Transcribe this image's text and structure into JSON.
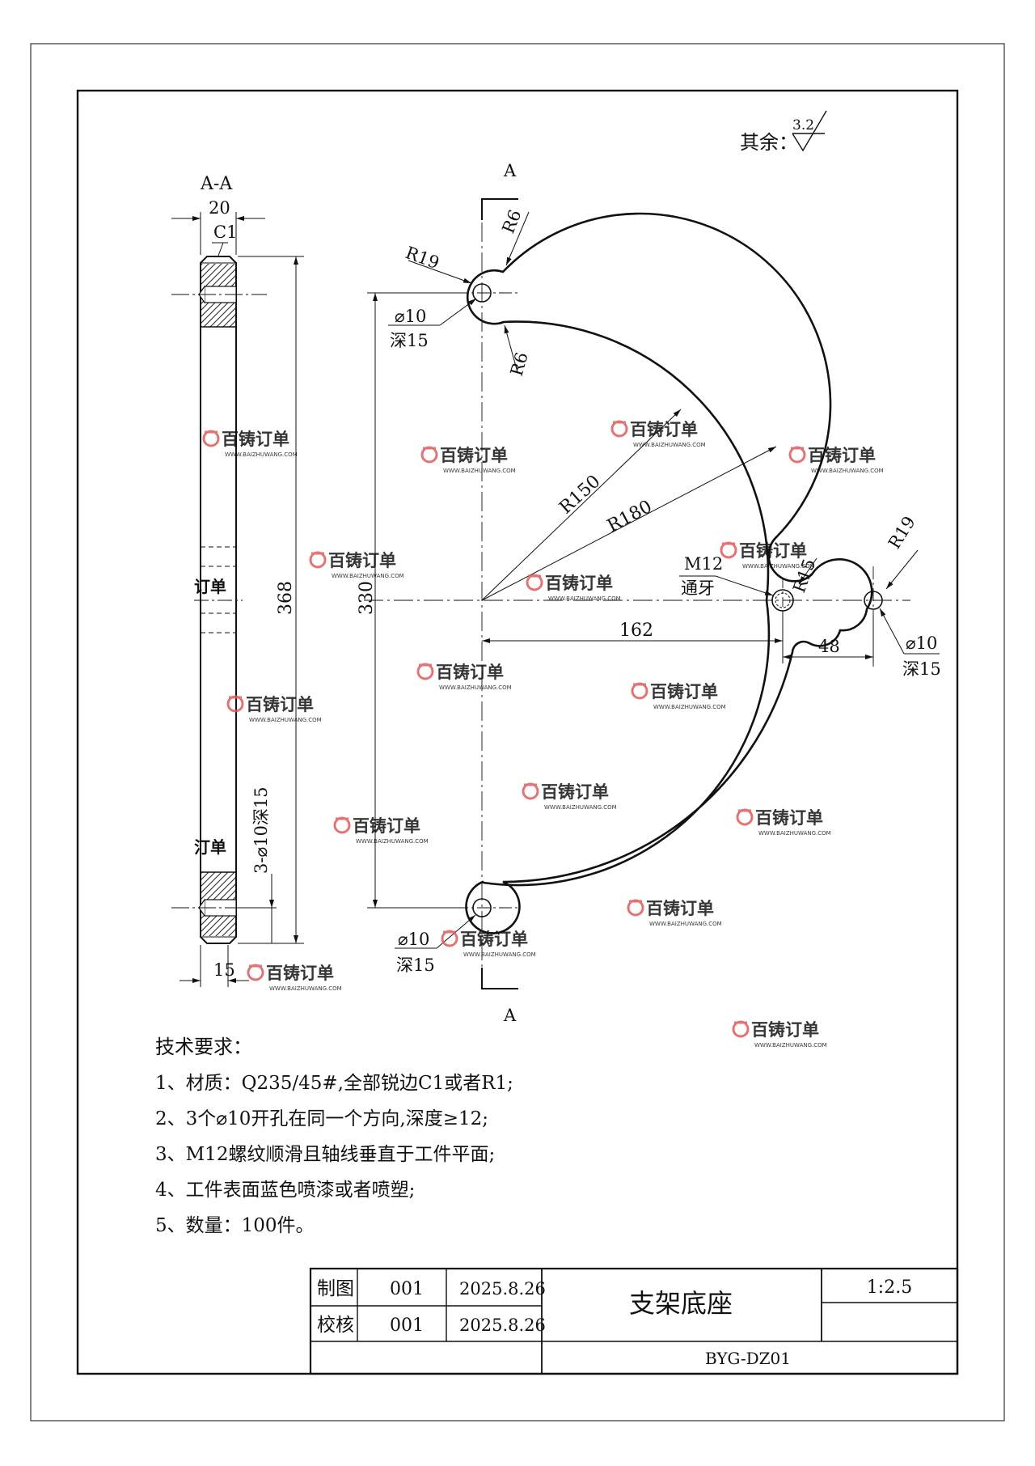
{
  "roughness": {
    "label": "其余：",
    "value": "3.2"
  },
  "section": {
    "title": "A-A",
    "thickness": "20",
    "chamfer": "C1",
    "height": "368",
    "hole_note": "3-⌀10深15",
    "hole_offset": "15",
    "partial_wm_1": "订单",
    "partial_wm_2": "汀单"
  },
  "main_view": {
    "cut_label_top": "A",
    "cut_label_bottom": "A",
    "r6_top": "R6",
    "r6_bottom": "R6",
    "r19_top": "R19",
    "r19_right": "R19",
    "hole_top": [
      "⌀10",
      "深15"
    ],
    "hole_bottom": [
      "⌀10",
      "深15"
    ],
    "hole_right": [
      "⌀10",
      "深15"
    ],
    "r150": "R150",
    "r180": "R180",
    "r15": "R15",
    "m12": [
      "M12",
      "通牙"
    ],
    "dim_330": "330",
    "dim_162": "162",
    "dim_48": "48"
  },
  "tech_requirements": {
    "title": "技术要求：",
    "items": [
      "1、材质：Q235/45#,全部锐边C1或者R1;",
      "2、3个⌀10开孔在同一个方向,深度≥12;",
      "3、M12螺纹顺滑且轴线垂直于工件平面;",
      "4、工件表面蓝色喷漆或者喷塑;",
      "5、数量：100件。"
    ]
  },
  "title_block": {
    "drawn_label": "制图",
    "drawn_by": "001",
    "drawn_date": "2025.8.26",
    "checked_label": "校核",
    "checked_by": "001",
    "checked_date": "2025.8.26",
    "part_name": "支架底座",
    "scale": "1:2.5",
    "drawing_no": "BYG-DZ01"
  },
  "watermark": {
    "brand": "百铸订单",
    "url": "WWW.BAIZHUWANG.COM",
    "color": "#e05a5a"
  }
}
